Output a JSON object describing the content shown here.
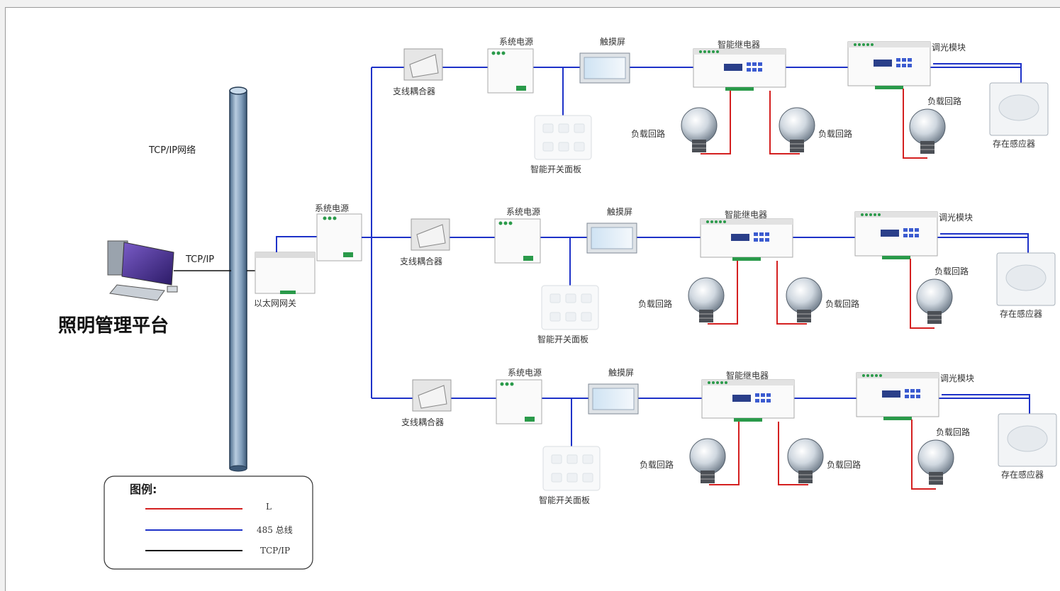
{
  "platform": {
    "title": "照明管理平台",
    "tcp_label": "TCP/IP"
  },
  "network": {
    "label": "TCP/IP网络"
  },
  "gateway": {
    "label": "以太网网关"
  },
  "main_power": {
    "label": "系统电源"
  },
  "branches": [
    {
      "coupler": "支线耦合器",
      "power": "系统电源",
      "touch": "触摸屏",
      "panel": "智能开关面板",
      "relay": "智能继电器",
      "dimmer": "调光模块",
      "sensor": "存在感应器",
      "load_relay_left": "负载回路",
      "load_relay_right": "负载回路",
      "load_dimmer": "负载回路"
    },
    {
      "coupler": "支线耦合器",
      "power": "系统电源",
      "touch": "触摸屏",
      "panel": "智能开关面板",
      "relay": "智能继电器",
      "dimmer": "调光模块",
      "sensor": "存在感应器",
      "load_relay_left": "负载回路",
      "load_relay_right": "负载回路",
      "load_dimmer": "负载回路"
    },
    {
      "coupler": "支线耦合器",
      "power": "系统电源",
      "touch": "触摸屏",
      "panel": "智能开关面板",
      "relay": "智能继电器",
      "dimmer": "调光模块",
      "sensor": "存在感应器",
      "load_relay_left": "负载回路",
      "load_relay_right": "负载回路",
      "load_dimmer": "负载回路"
    }
  ],
  "legend": {
    "title": "图例:",
    "items": [
      {
        "label": "L",
        "color": "#d42020"
      },
      {
        "label": "485 总线",
        "color": "#1e32c8"
      },
      {
        "label": "TCP/IP",
        "color": "#111111"
      }
    ]
  },
  "colors": {
    "bus": "#1e32c8",
    "power_line": "#d42020",
    "tcp": "#111111",
    "pipe": "#8ea9c4"
  }
}
